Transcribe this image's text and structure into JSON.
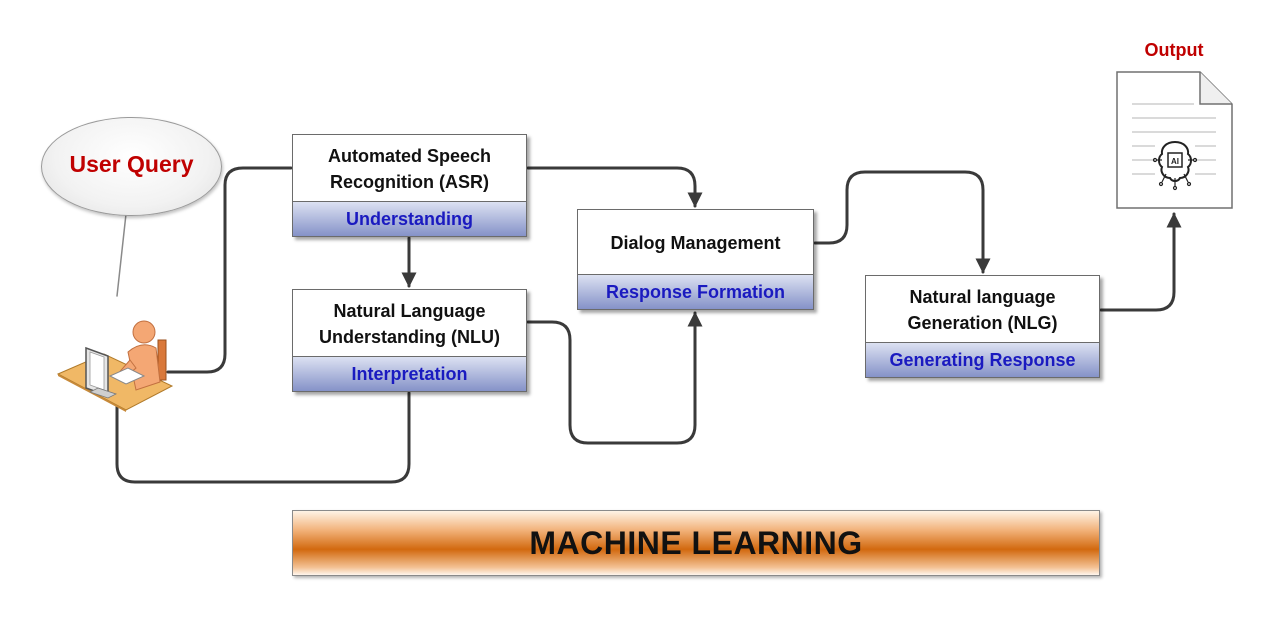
{
  "user_query": {
    "label": "User Query"
  },
  "output": {
    "label": "Output"
  },
  "nodes": {
    "asr": {
      "title_line1": "Automated Speech",
      "title_line2": "Recognition (ASR)",
      "band": "Understanding"
    },
    "nlu": {
      "title_line1": "Natural Language",
      "title_line2": "Understanding (NLU)",
      "band": "Interpretation"
    },
    "dm": {
      "title": "Dialog Management",
      "band": "Response Formation"
    },
    "nlg": {
      "title_line1": "Natural language",
      "title_line2": "Generation (NLG)",
      "band": "Generating Response"
    }
  },
  "footer": {
    "label": "MACHINE LEARNING"
  },
  "icons": {
    "user": "user-at-desk-icon",
    "output": "document-ai-chip-icon",
    "chip_text": "AI"
  },
  "colors": {
    "red_text": "#c00000",
    "band_text": "#1a1ac0",
    "connector": "#3a3a3a",
    "band_gradient_top": "#dce1f2",
    "band_gradient_bottom": "#8592c8",
    "banner_orange": "#d2690f"
  }
}
